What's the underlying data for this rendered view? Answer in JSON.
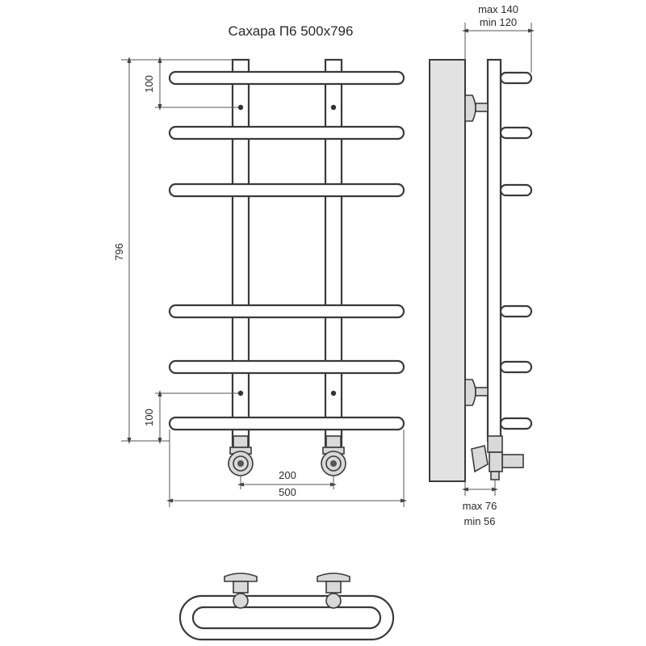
{
  "title": "Сахара П6 500х796",
  "dimensions": {
    "height_total": "796",
    "top_offset": "100",
    "bottom_offset": "100",
    "axis_distance": "200",
    "width_total": "500",
    "side_max_depth": "max 140",
    "side_min_depth": "min 120",
    "valve_max": "max 76",
    "valve_min": "min 56"
  }
}
